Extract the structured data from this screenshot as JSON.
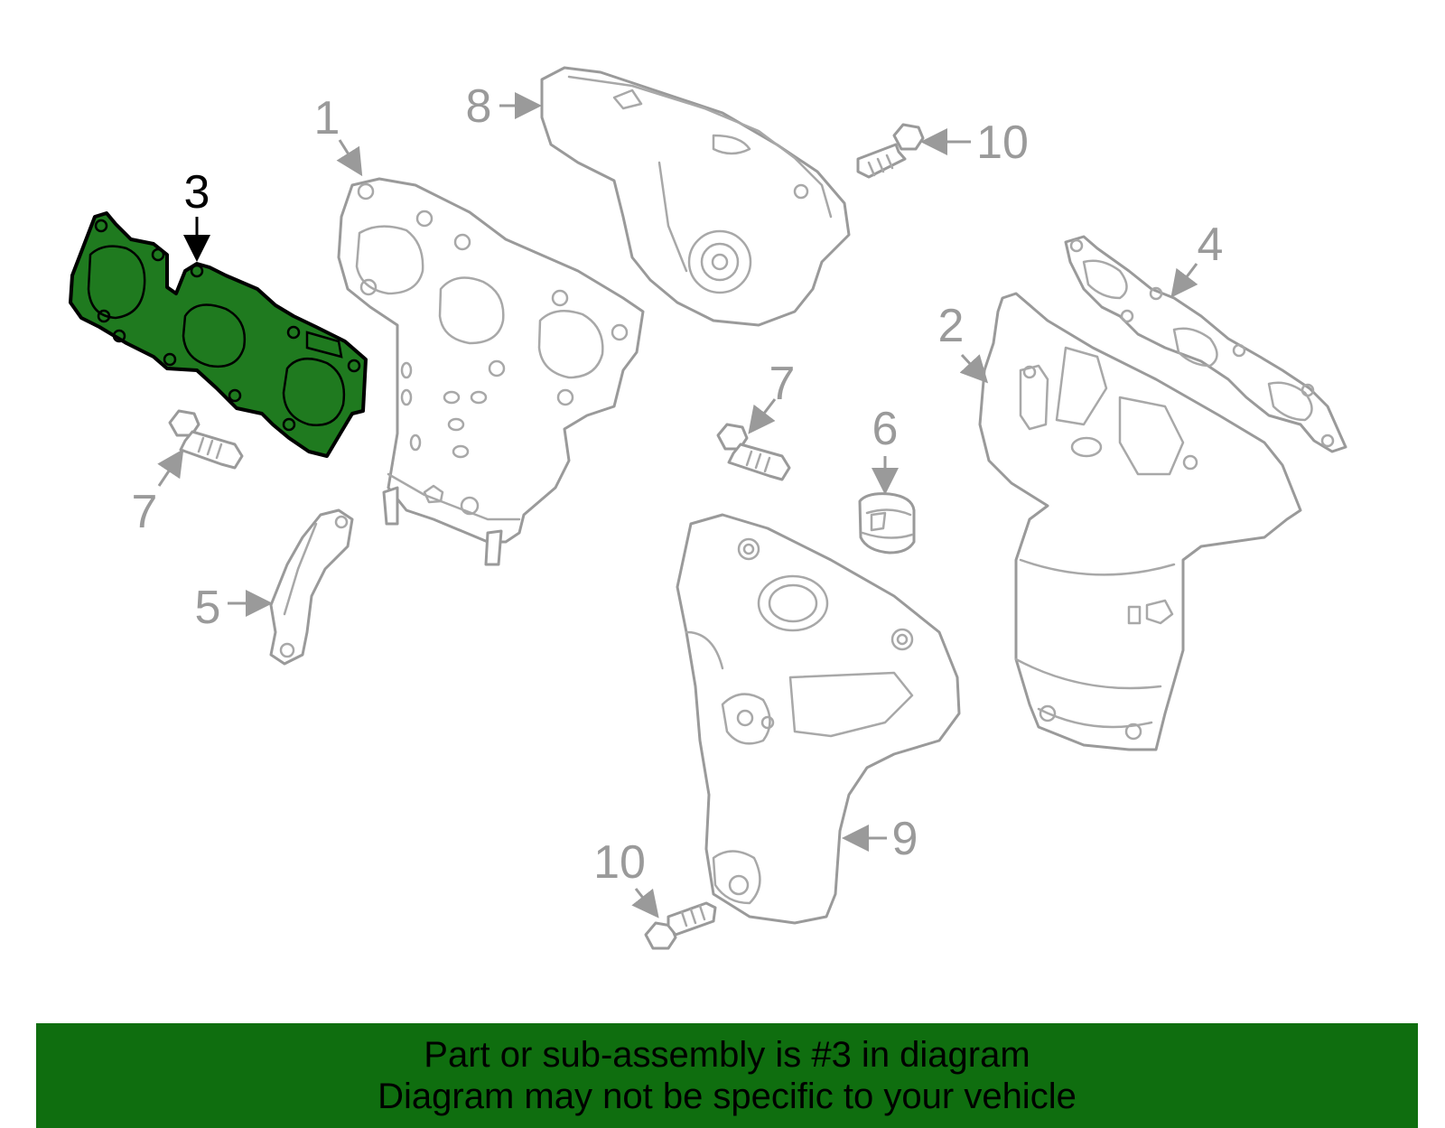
{
  "callouts": {
    "c1": "1",
    "c2": "2",
    "c3": "3",
    "c4": "4",
    "c5": "5",
    "c6": "6",
    "c7a": "7",
    "c7b": "7",
    "c8": "8",
    "c9": "9",
    "c10a": "10",
    "c10b": "10"
  },
  "highlighted_part": "3",
  "colors": {
    "highlight": "#1f7a1f",
    "banner": "#0f6e0f",
    "part_outline": "#9a9a9a"
  },
  "banner": {
    "line1": "Part or sub-assembly is #3 in diagram",
    "line2": "Diagram may not be specific to your vehicle"
  }
}
